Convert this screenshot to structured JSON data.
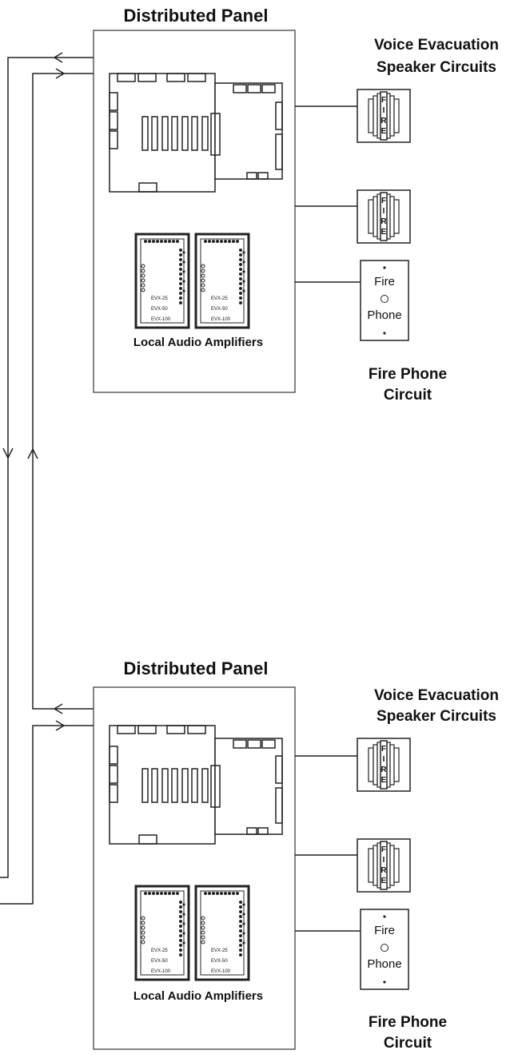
{
  "panels": [
    {
      "title": "Distributed Panel",
      "speaker_label_line1": "Voice Evacuation",
      "speaker_label_line2": "Speaker Circuits",
      "amplifiers_label": "Local Audio Amplifiers",
      "amplifiers": [
        {
          "models": [
            "EVX-25",
            "EVX-50",
            "EVX-100"
          ]
        },
        {
          "models": [
            "EVX-25",
            "EVX-50",
            "EVX-100"
          ]
        }
      ],
      "fire_phone_label_line1": "Fire Phone",
      "fire_phone_label_line2": "Circuit",
      "phone_word_1": "Fire",
      "phone_word_2": "Phone",
      "strobe_letters": [
        "F",
        "I",
        "R",
        "E"
      ]
    },
    {
      "title": "Distributed Panel",
      "speaker_label_line1": "Voice Evacuation",
      "speaker_label_line2": "Speaker Circuits",
      "amplifiers_label": "Local Audio Amplifiers",
      "amplifiers": [
        {
          "models": [
            "EVX-25",
            "EVX-50",
            "EVX-100"
          ]
        },
        {
          "models": [
            "EVX-25",
            "EVX-50",
            "EVX-100"
          ]
        }
      ],
      "fire_phone_label_line1": "Fire Phone",
      "fire_phone_label_line2": "Circuit",
      "phone_word_1": "Fire",
      "phone_word_2": "Phone",
      "strobe_letters": [
        "F",
        "I",
        "R",
        "E"
      ]
    }
  ],
  "colors": {
    "line": "#222222"
  }
}
